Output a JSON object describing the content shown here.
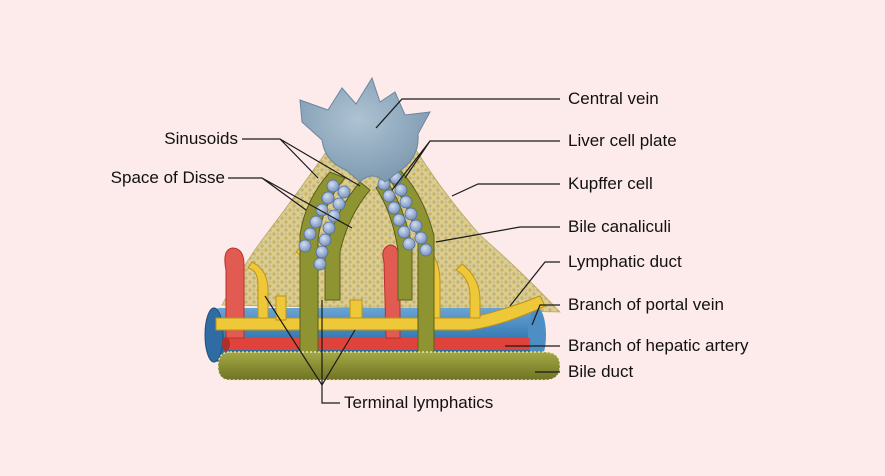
{
  "labels": {
    "central_vein": "Central vein",
    "sinusoids": "Sinusoids",
    "liver_cell_plate": "Liver cell plate",
    "space_of_disse": "Space of Disse",
    "kupffer_cell": "Kupffer cell",
    "bile_canaliculi": "Bile canaliculi",
    "lymphatic_duct": "Lymphatic duct",
    "branch_of_portal_vein": "Branch of portal vein",
    "branch_of_hepatic_artery": "Branch of hepatic artery",
    "bile_duct": "Bile duct",
    "terminal_lymphatics": "Terminal lymphatics"
  },
  "colors": {
    "background": "#fdeaea",
    "central_vein": "#93aec3",
    "portal_vein": "#3f86bd",
    "hepatic_artery": "#e0433c",
    "bile_duct": "#8e9431",
    "lymphatic": "#efc83a",
    "liver_tissue": "#d9c98a",
    "hepatocyte": "#9cb3d6",
    "leader_line": "#1a1a1a"
  }
}
